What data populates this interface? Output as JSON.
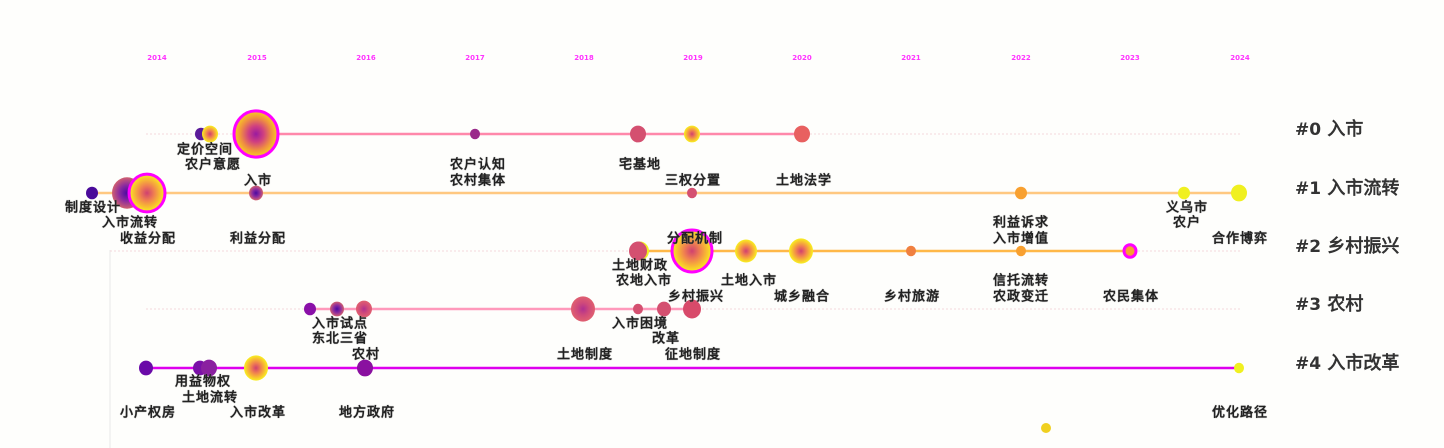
{
  "years": [
    "2014",
    "2015",
    "2016",
    "2017",
    "2018",
    "2019",
    "2020",
    "2021",
    "2022",
    "2023",
    "2024"
  ],
  "clusters": [
    {
      "id": "#0",
      "name": "入市",
      "color": "#ff88aa"
    },
    {
      "id": "#1",
      "name": "入市流转",
      "color": "#ffc070"
    },
    {
      "id": "#2",
      "name": "乡村振兴",
      "color": "#ffb040"
    },
    {
      "id": "#3",
      "name": "农村",
      "color": "#ff99bb"
    },
    {
      "id": "#4",
      "name": "入市改革",
      "color": "#dd00ee"
    }
  ],
  "keywords": [
    "定价空间",
    "农户意愿",
    "农户认知",
    "农村集体",
    "宅基地",
    "入市",
    "三权分置",
    "土地法学",
    "制度设计",
    "入市流转",
    "收益分配",
    "利益分配",
    "分配机制",
    "利益诉求",
    "入市增值",
    "义乌市",
    "农户",
    "合作博弈",
    "土地财政",
    "农地入市",
    "土地入市",
    "乡村振兴",
    "城乡融合",
    "乡村旅游",
    "信托流转",
    "农政变迁",
    "农民集体",
    "入市试点",
    "东北三省",
    "农村",
    "入市困境",
    "改革",
    "土地制度",
    "征地制度",
    "用益物权",
    "土地流转",
    "小产权房",
    "入市改革",
    "地方政府",
    "优化路径"
  ]
}
